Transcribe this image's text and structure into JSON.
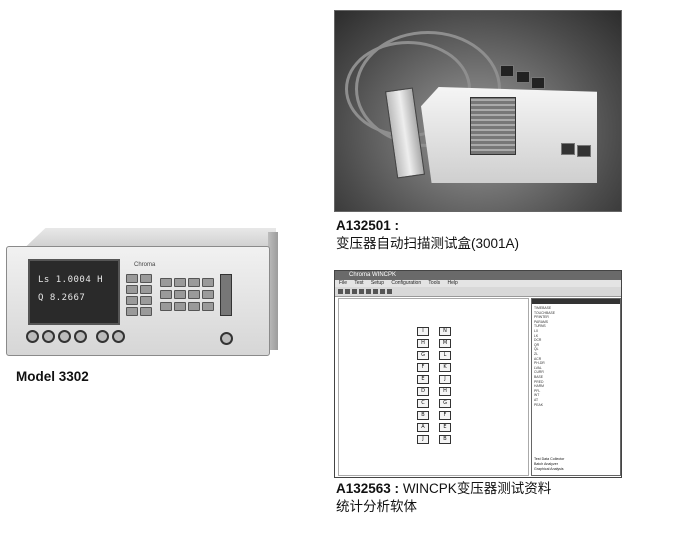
{
  "captions": {
    "fixture_code": "A132501 :",
    "fixture_desc": "变压器自动扫描测试盒(3001A)",
    "software_code": "A132563 :",
    "software_desc_1": "WINCPK变压器测试资料",
    "software_desc_2": "统计分析软体",
    "model_label": "Model 3302"
  },
  "instrument": {
    "brand": "Chroma",
    "display_line_1": "Ls  1.0004 H",
    "display_line_2": "Q    8.2667"
  },
  "software": {
    "title": "Chroma WINCPK",
    "menu": "File  Test Setup  Configuration  Tools  Help",
    "pins_left": [
      "I",
      "H",
      "G",
      "F",
      "E",
      "D",
      "C",
      "B",
      "A",
      "J"
    ],
    "pins_right": [
      "N",
      "M",
      "L",
      "K",
      "J",
      "H",
      "G",
      "F",
      "E",
      "B"
    ],
    "list_rows": [
      "TIMEBASE",
      "TOUCHBASE",
      "PRINTER",
      "PARAMS",
      "TURNS",
      "LX",
      "LK",
      "DCR",
      "QR",
      "QL",
      "ZL",
      "ACR",
      "PH-DR",
      "LVAL",
      "CURR",
      "BASE",
      "PRED",
      "HARM",
      "PFL",
      "WT",
      "AT",
      "PEAK"
    ],
    "list_footer": [
      "Test Data Collector",
      "Batch Analyzer",
      "Graphical Analysis"
    ]
  }
}
